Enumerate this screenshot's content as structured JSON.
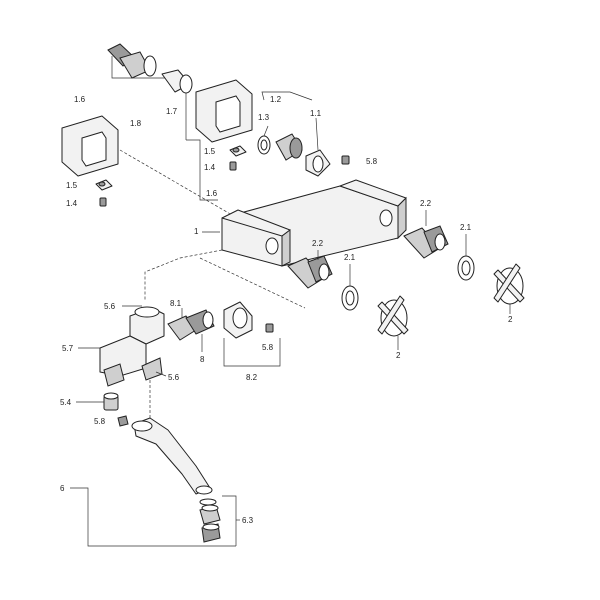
{
  "labels": {
    "l1_1": "1.1",
    "l1_2": "1.2",
    "l1_3": "1.3",
    "l1_4a": "1.4",
    "l1_4b": "1.4",
    "l1_5a": "1.5",
    "l1_5b": "1.5",
    "l1_6a": "1.6",
    "l1_6b": "1.6",
    "l1_7": "1.7",
    "l1_8": "1.8",
    "l1": "1",
    "l2_1a": "2.1",
    "l2_1b": "2.1",
    "l2_2a": "2.2",
    "l2_2b": "2.2",
    "l2a": "2",
    "l2b": "2",
    "l5_4": "5.4",
    "l5_6a": "5.6",
    "l5_6b": "5.6",
    "l5_7": "5.7",
    "l5_8a": "5.8",
    "l5_8b": "5.8",
    "l5_8c": "5.8",
    "l6": "6",
    "l6_3": "6.3",
    "l8": "8",
    "l8_1": "8.1",
    "l8_2": "8.2"
  }
}
